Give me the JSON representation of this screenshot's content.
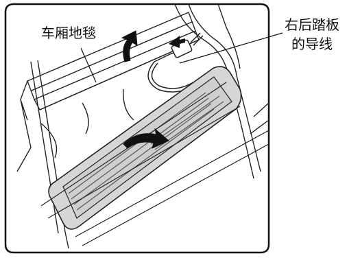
{
  "labels": {
    "carpet": "车厢地毯",
    "wire_line1": "右后踏板",
    "wire_line2": "的导线"
  }
}
